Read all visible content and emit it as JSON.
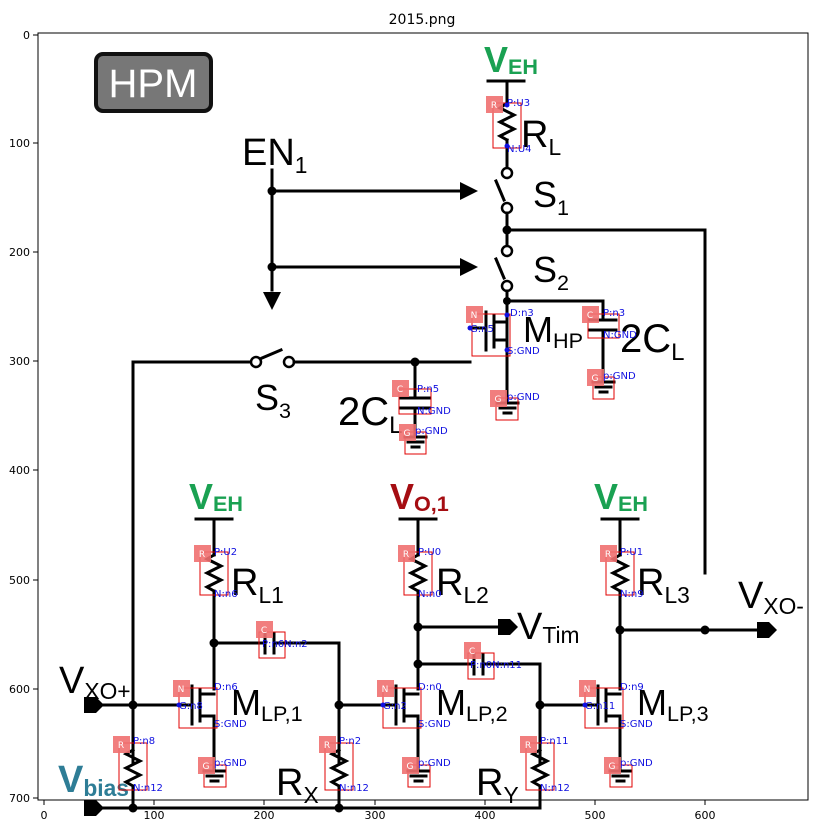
{
  "figure": {
    "title": "2015.png",
    "x_ticks": [
      "0",
      "100",
      "200",
      "300",
      "400",
      "500",
      "600"
    ],
    "y_ticks": [
      "0",
      "100",
      "200",
      "300",
      "400",
      "500",
      "600",
      "700"
    ]
  },
  "circuit": {
    "badge": "HPM",
    "en_label": "EN",
    "en_sub": "1",
    "veh": "V",
    "veh_sub": "EH",
    "vo1": "V",
    "vo1_sub": "O,1",
    "rl": "R",
    "rl_sub": "L",
    "s1": "S",
    "s1_sub": "1",
    "s2": "S",
    "s2_sub": "2",
    "s3": "S",
    "s3_sub": "3",
    "mhp": "M",
    "mhp_sub": "HP",
    "cl_left": "2C",
    "cl_left_sub": "L",
    "cl_right": "2C",
    "cl_right_sub": "L",
    "rl1": "R",
    "rl1_sub": "L1",
    "rl2": "R",
    "rl2_sub": "L2",
    "rl3": "R",
    "rl3_sub": "L3",
    "vtim": "V",
    "vtim_sub": "Tim",
    "vxo_plus": "V",
    "vxo_plus_sub": "XO+",
    "vxo_minus": "V",
    "vxo_minus_sub": "XO-",
    "mlp1": "M",
    "mlp1_sub": "LP,1",
    "mlp2": "M",
    "mlp2_sub": "LP,2",
    "mlp3": "M",
    "mlp3_sub": "LP,3",
    "rx": "R",
    "rx_sub": "X",
    "ry": "R",
    "ry_sub": "Y",
    "vbias": "V",
    "vbias_sub": "bias"
  },
  "annotations": {
    "tags": {
      "R": "R",
      "C": "C",
      "N": "N",
      "G": "G"
    },
    "pins": {
      "ru3_p": "P:U3",
      "ru3_n": "N:U4",
      "n3": "D:n3",
      "n5g": "G:n5",
      "mhp_s": "S:GND",
      "c1_p": "P:n5",
      "c1_n": "N:GND",
      "c2_p": "P:n3",
      "c2_n": "N:GND",
      "g1": "p:GND",
      "g2": "p:GND",
      "g3": "p:GND",
      "r1_p": "P:U2",
      "r1_n": "N:n6",
      "r2_p": "P:U0",
      "r2_n": "N:n0",
      "r3_p": "P:U1",
      "r3_n": "N:n9",
      "c3": "P:n6N:n2",
      "c4": "P:n0N:n11",
      "m1_d": "D:n6",
      "m1_g": "G:n8",
      "m1_s": "S:GND",
      "m2_d": "D:n0",
      "m2_g": "G:n2",
      "m2_s": "S:GND",
      "m3_d": "D:n9",
      "m3_g": "G:n11",
      "m3_s": "S:GND",
      "r8_p": "P:n8",
      "r8_n": "N:n12",
      "rx_p": "P:n2",
      "rx_n": "N:n12",
      "ry_p": "P:n11",
      "ry_n": "N:n12",
      "g4": "p:GND",
      "g5": "p:GND",
      "g6": "p:GND"
    }
  }
}
